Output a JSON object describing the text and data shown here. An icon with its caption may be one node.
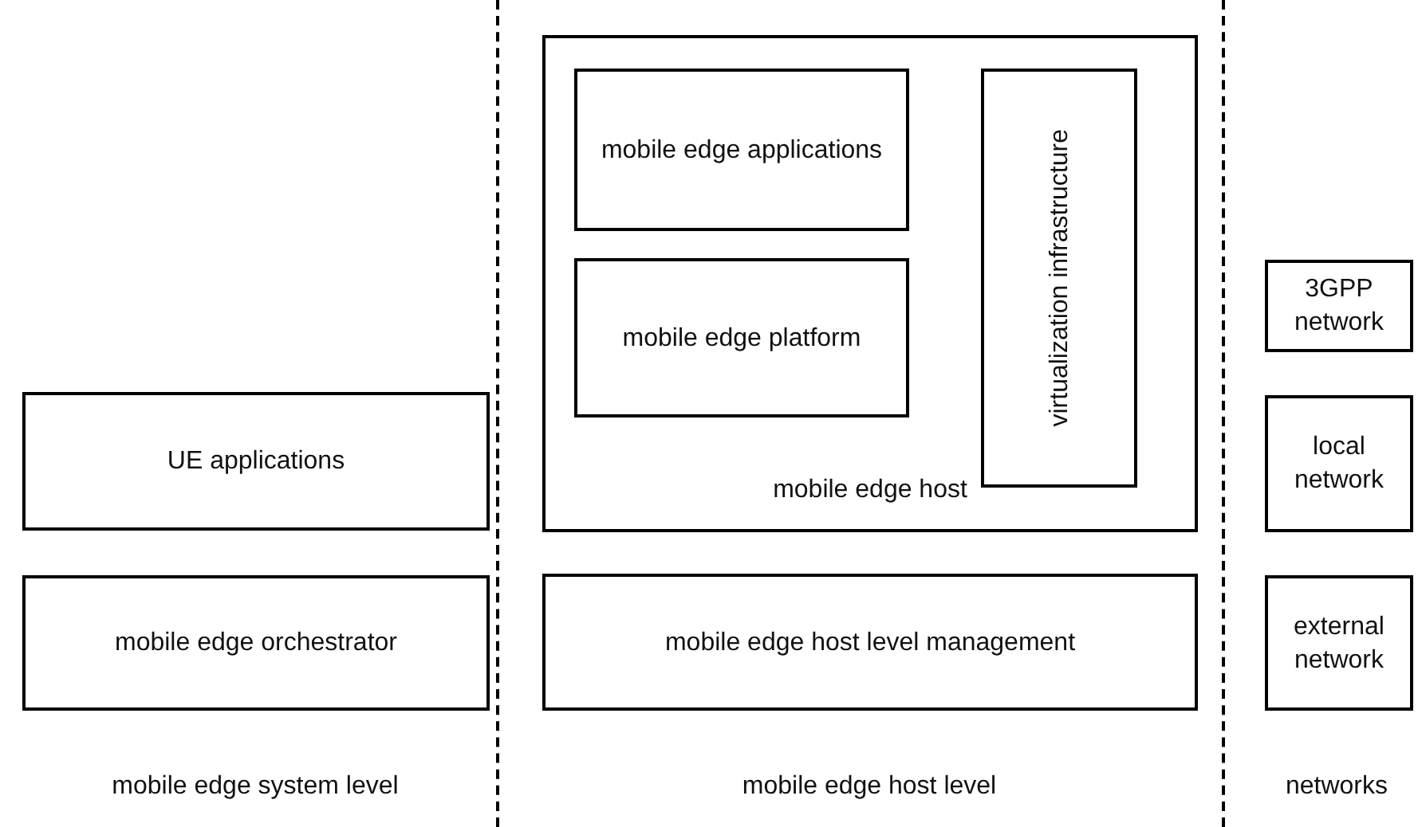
{
  "diagram": {
    "nodes": [
      {
        "text": [
          "mobile edge host"
        ]
      },
      {
        "text": [
          "mobile edge applications"
        ],
        "in": 0
      },
      {
        "text": [
          "virtualization infrastructure"
        ],
        "in": 0
      },
      {
        "text": [
          "mobile edge platform"
        ],
        "in": 0
      },
      {
        "text": [
          "3GPP network"
        ]
      },
      {
        "text": [
          "UE applications"
        ]
      },
      {
        "text": [
          "local network"
        ]
      },
      {
        "text": [
          "mobile edge orchestrator"
        ]
      },
      {
        "text": [
          "mobile edge host level management"
        ]
      },
      {
        "text": [
          "external network"
        ]
      }
    ],
    "labels": [
      "mobile edge system level",
      "mobile edge host level",
      "networks"
    ]
  }
}
